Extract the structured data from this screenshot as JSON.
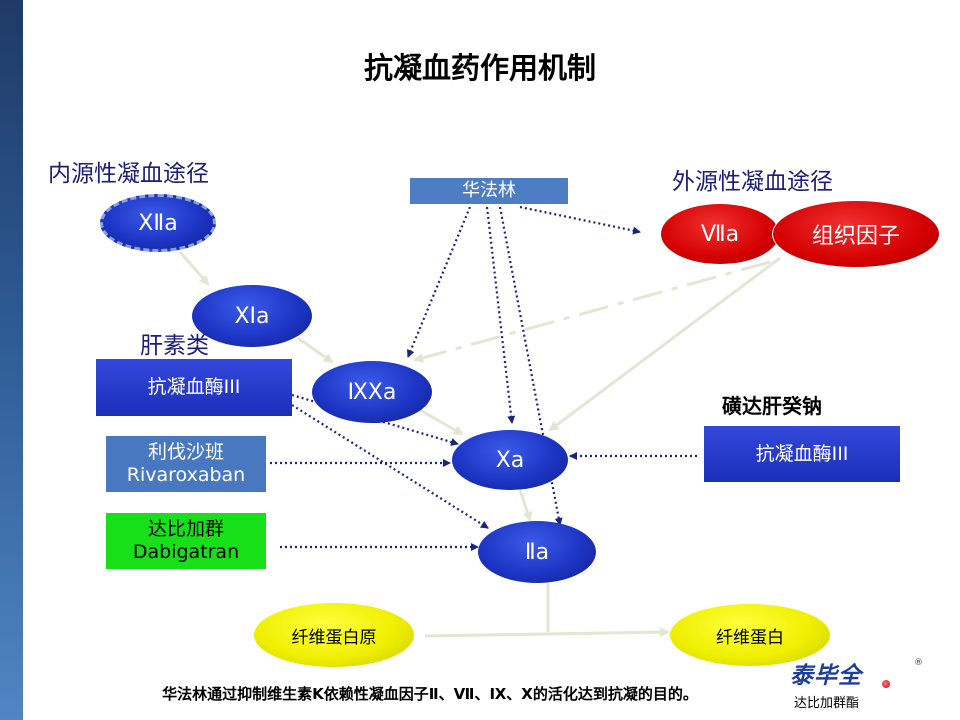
{
  "title": "抗凝血药作用机制",
  "labels": {
    "intrinsic": "内源性凝血途径",
    "extrinsic": "外源性凝血途径",
    "heparins": "肝素类",
    "fondaparinux": "磺达肝癸钠"
  },
  "nodes": {
    "f12a": "XⅡa",
    "f11a": "XⅠa",
    "f9a": "ⅨXa",
    "f10a": "Xa",
    "f2a": "Ⅱa",
    "f7a": "Ⅶa",
    "tissue_factor": "组织因子",
    "fibrinogen": "纤维蛋白原",
    "fibrin": "纤维蛋白"
  },
  "drugs": {
    "warfarin": "华法林",
    "antithrombin_heparin": "抗凝血酶III",
    "antithrombin_fonda": "抗凝血酶III",
    "rivaroxaban_cn": "利伐沙班",
    "rivaroxaban_en": "Rivaroxaban",
    "dabigatran_cn": "达比加群",
    "dabigatran_en": "Dabigatran"
  },
  "footnote": "华法林通过抑制维生素K依赖性凝血因子Ⅱ、Ⅶ、Ⅸ、Ⅹ的活化达到抗凝的目的。",
  "logo": {
    "brand": "泰毕全",
    "subtitle": "达比加群酯",
    "registered": "®"
  },
  "colors": {
    "factor_blue": "#1d35c4",
    "extrinsic_red": "#d40000",
    "fibrin_yellow": "#f0f000",
    "dabigatran_green": "#18e018",
    "warfarin_box": "#4d7ec4"
  }
}
